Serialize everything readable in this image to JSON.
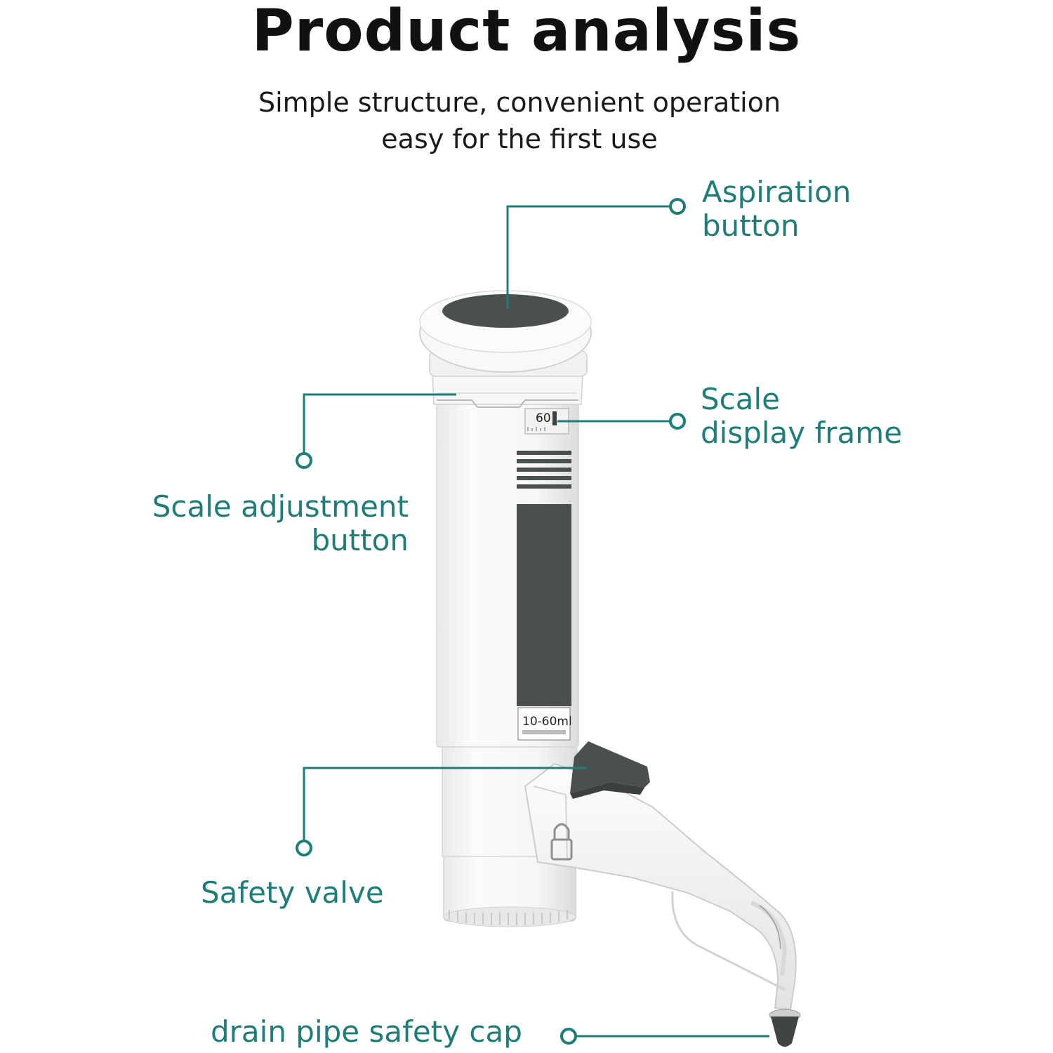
{
  "header": {
    "title": "Product analysis",
    "subtitle_line1": "Simple structure, convenient operation",
    "subtitle_line2": "easy for the first use"
  },
  "callouts": {
    "aspiration_line1": "Aspiration",
    "aspiration_line2": "button",
    "scale_display_line1": "Scale",
    "scale_display_line2": "display frame",
    "scale_adjust_line1": "Scale adjustment",
    "scale_adjust_line2": "button",
    "safety_valve": "Safety valve",
    "drain_cap": "drain pipe safety cap"
  },
  "product": {
    "volume_label": "10-60ml",
    "scale_window_text": "60"
  },
  "colors": {
    "accent": "#1f7d78",
    "body": "#f4f4f4",
    "dark_panel": "#4a5050"
  }
}
